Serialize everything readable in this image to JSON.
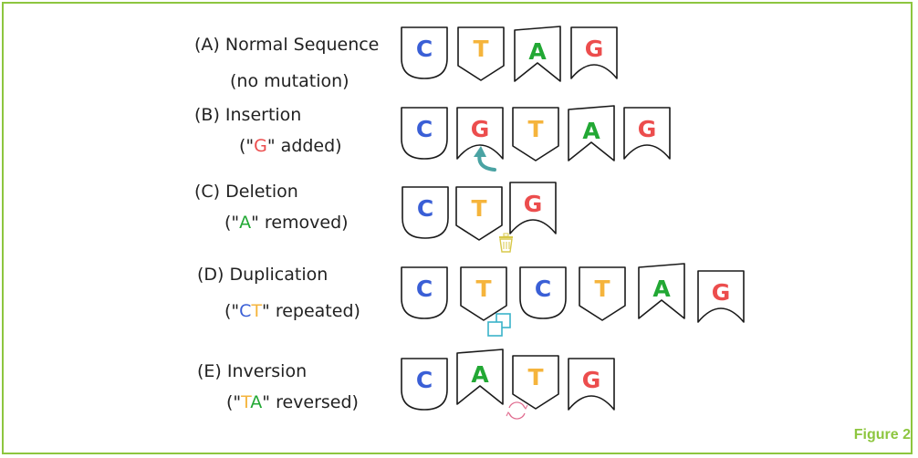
{
  "figure_label": "Figure 2",
  "colors": {
    "C": "#3a5fd6",
    "T": "#f5b43c",
    "A": "#22a834",
    "G": "#ec4d4d",
    "frame": "#8dc63f",
    "arrow": "#4aa3a3",
    "trash": "#d8c84a",
    "copy": "#3ab3c9",
    "swap": "#e06a8e"
  },
  "rows": [
    {
      "id": "a",
      "title": "(A) Normal Sequence",
      "sub_parts": [
        {
          "text": "(no mutation)"
        }
      ],
      "sequence": [
        "C",
        "T",
        "A",
        "G"
      ],
      "marker": null
    },
    {
      "id": "b",
      "title": "(B) Insertion",
      "sub_parts": [
        {
          "text": "(\""
        },
        {
          "text": "G",
          "base": "G"
        },
        {
          "text": "\" added)"
        }
      ],
      "sequence": [
        "C",
        "G",
        "T",
        "A",
        "G"
      ],
      "marker": "insert-arrow"
    },
    {
      "id": "c",
      "title": "(C) Deletion",
      "sub_parts": [
        {
          "text": "(\""
        },
        {
          "text": "A",
          "base": "A"
        },
        {
          "text": "\" removed)"
        }
      ],
      "sequence": [
        "C",
        "T",
        "G"
      ],
      "marker": "trash"
    },
    {
      "id": "d",
      "title": "(D) Duplication",
      "sub_parts": [
        {
          "text": "(\""
        },
        {
          "text": "C",
          "base": "C"
        },
        {
          "text": "T",
          "base": "T"
        },
        {
          "text": "\" repeated)"
        }
      ],
      "sequence": [
        "C",
        "T",
        "C",
        "T",
        "A",
        "G"
      ],
      "marker": "copy"
    },
    {
      "id": "e",
      "title": "(E) Inversion",
      "sub_parts": [
        {
          "text": "(\""
        },
        {
          "text": "T",
          "base": "T"
        },
        {
          "text": "A",
          "base": "A"
        },
        {
          "text": "\" reversed)"
        }
      ],
      "sequence": [
        "C",
        "A",
        "T",
        "G"
      ],
      "marker": "swap"
    }
  ]
}
